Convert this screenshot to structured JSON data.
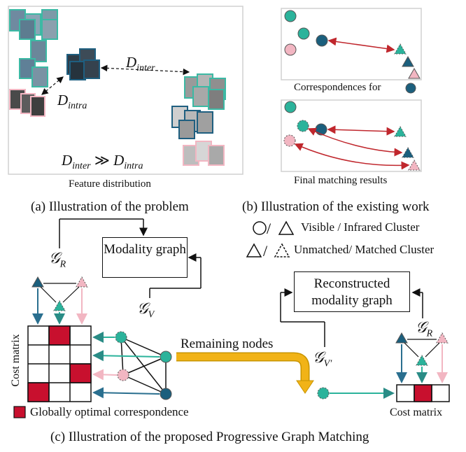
{
  "panel_a": {
    "caption_small": "Feature distribution",
    "caption": "(a) Illustration of the problem",
    "d_inter": "D",
    "d_inter_sub": "inter",
    "d_intra": "D",
    "d_intra_sub": "intra",
    "relation_lhs": "D",
    "relation_lhs_sub": "inter",
    "relation_op": "≫",
    "relation_rhs": "D",
    "relation_rhs_sub": "intra"
  },
  "panel_b": {
    "top_caption": "Correspondences for",
    "bottom_caption": "Final matching results",
    "caption": "(b) Illustration of the existing work"
  },
  "legend": {
    "line1": "Visible / Infrared Cluster",
    "line2": "Unmatched/ Matched Cluster"
  },
  "panel_c": {
    "modality_graph": "Modality graph",
    "reconstructed_graph": "Reconstructed modality graph",
    "g_r_left": "𝒢",
    "g_r_left_sub": "R",
    "g_v": "𝒢",
    "g_v_sub": "V",
    "g_r_right": "𝒢",
    "g_r_right_sub": "R",
    "g_vprime": "𝒢",
    "g_vprime_sub": "V′",
    "remaining_nodes": "Remaining nodes",
    "cost_matrix_left": "Cost matrix",
    "cost_matrix_right": "Cost matrix",
    "optimal_label": "Globally optimal correspondence",
    "caption": "(c) Illustration of the proposed Progressive Graph Matching"
  },
  "colors": {
    "teal": "#2bb39b",
    "dark_blue": "#1b5f7d",
    "pink": "#f2b6c2",
    "red": "#c8102e",
    "arrow_red": "#c0272d",
    "yellow": "#f1b317"
  }
}
